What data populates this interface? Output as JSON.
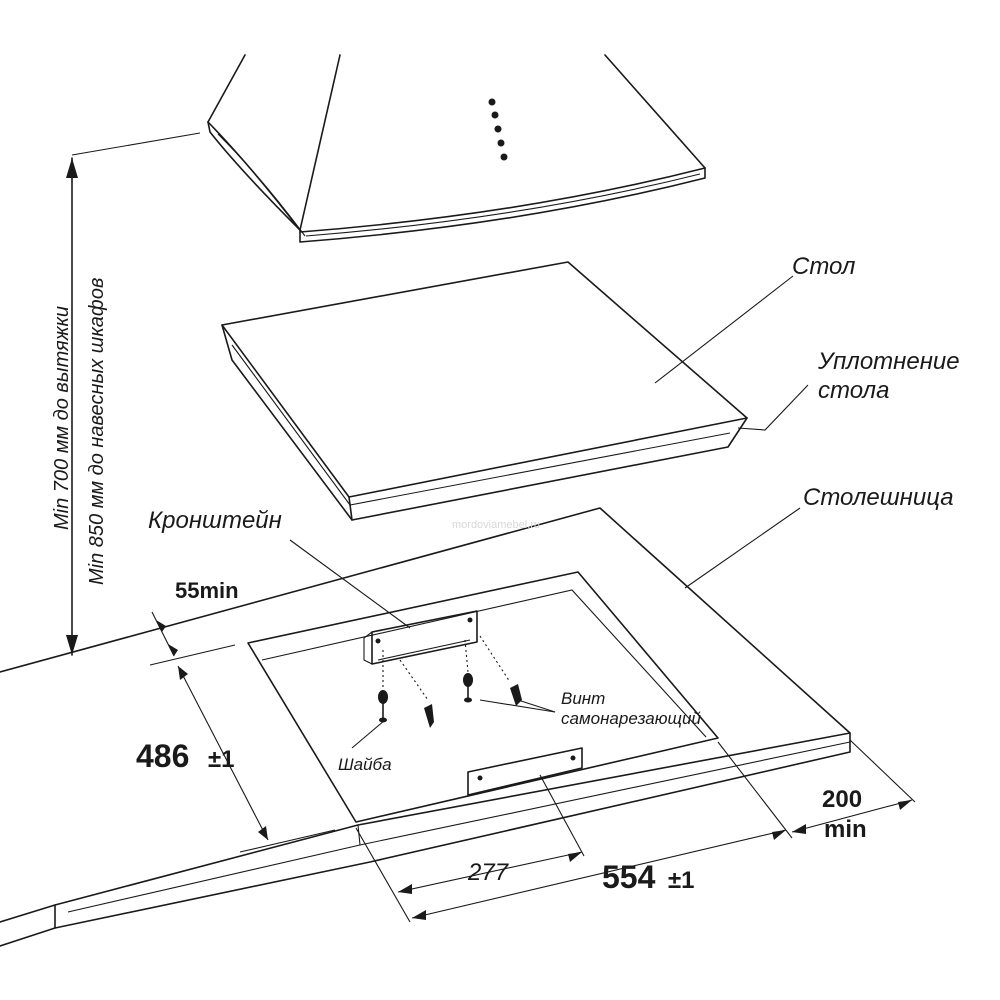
{
  "labels": {
    "table": "Стол",
    "seal_line1": "Уплотнение",
    "seal_line2": "стола",
    "countertop": "Столешница",
    "bracket": "Кронштейн",
    "screw_line1": "Винт",
    "screw_line2": "самонарезающий",
    "washer": "Шайба"
  },
  "vertical_notes": {
    "hood": "Min 700 мм до вытяжки",
    "cabinets": "Min 850 мм до навесных шкафов"
  },
  "dimensions": {
    "edge_min": "55min",
    "depth": "486",
    "depth_tol": "±1",
    "width": "554",
    "width_tol": "±1",
    "half_width": "277",
    "side_min_value": "200",
    "side_min_unit": "min"
  },
  "watermark": "mordoviamebel.ru"
}
